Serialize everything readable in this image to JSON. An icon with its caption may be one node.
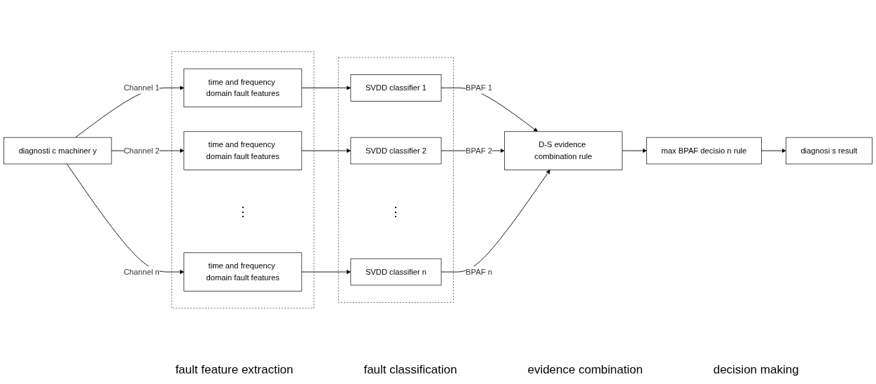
{
  "diagram": {
    "nodes": [
      {
        "text": [
          "diagnosti c machiner y"
        ]
      },
      {
        "text": [],
        "shape": "box"
      },
      {
        "text": [
          "time and frequency domain fault features"
        ],
        "in": 1
      },
      {
        "text": [
          "time and frequency domain fault features"
        ],
        "in": 1
      },
      {
        "text": [
          "⋮"
        ],
        "in": 1
      },
      {
        "text": [
          "time and frequency domain fault features"
        ],
        "in": 1
      },
      {
        "text": [],
        "shape": "box"
      },
      {
        "text": [
          "SVDD classifier 1"
        ],
        "in": 6
      },
      {
        "text": [
          "SVDD classifier 2"
        ],
        "in": 6
      },
      {
        "text": [
          "⋮"
        ],
        "in": 6
      },
      {
        "text": [
          "SVDD classifier n"
        ],
        "in": 6
      },
      {
        "text": [
          "D-S evidence combination rule"
        ]
      },
      {
        "text": [
          "max BPAF decisio n rule"
        ]
      },
      {
        "text": [
          "diagnosi s result"
        ]
      }
    ],
    "edges": [
      {
        "from": 0,
        "to": 2,
        "arrow": "to",
        "label": "Channel 1"
      },
      {
        "from": 0,
        "to": 3,
        "arrow": "to",
        "label": "Channel 2"
      },
      {
        "from": 0,
        "to": 5,
        "arrow": "to",
        "label": "Channel n"
      },
      {
        "from": 2,
        "to": 7,
        "arrow": "to"
      },
      {
        "from": 3,
        "to": 8,
        "arrow": "to"
      },
      {
        "from": 5,
        "to": 10,
        "arrow": "to"
      },
      {
        "from": 7,
        "to": 11,
        "arrow": "to",
        "label": "BPAF 1"
      },
      {
        "from": 8,
        "to": 11,
        "arrow": "to",
        "label": "BPAF 2"
      },
      {
        "from": 10,
        "to": 11,
        "arrow": "to",
        "label": "BPAF n"
      },
      {
        "from": 11,
        "to": 12,
        "arrow": "to"
      },
      {
        "from": 12,
        "to": 13,
        "arrow": "to"
      }
    ],
    "labels": [
      "fault feature extraction",
      "fault classification",
      "evidence combination",
      "decision making"
    ]
  }
}
